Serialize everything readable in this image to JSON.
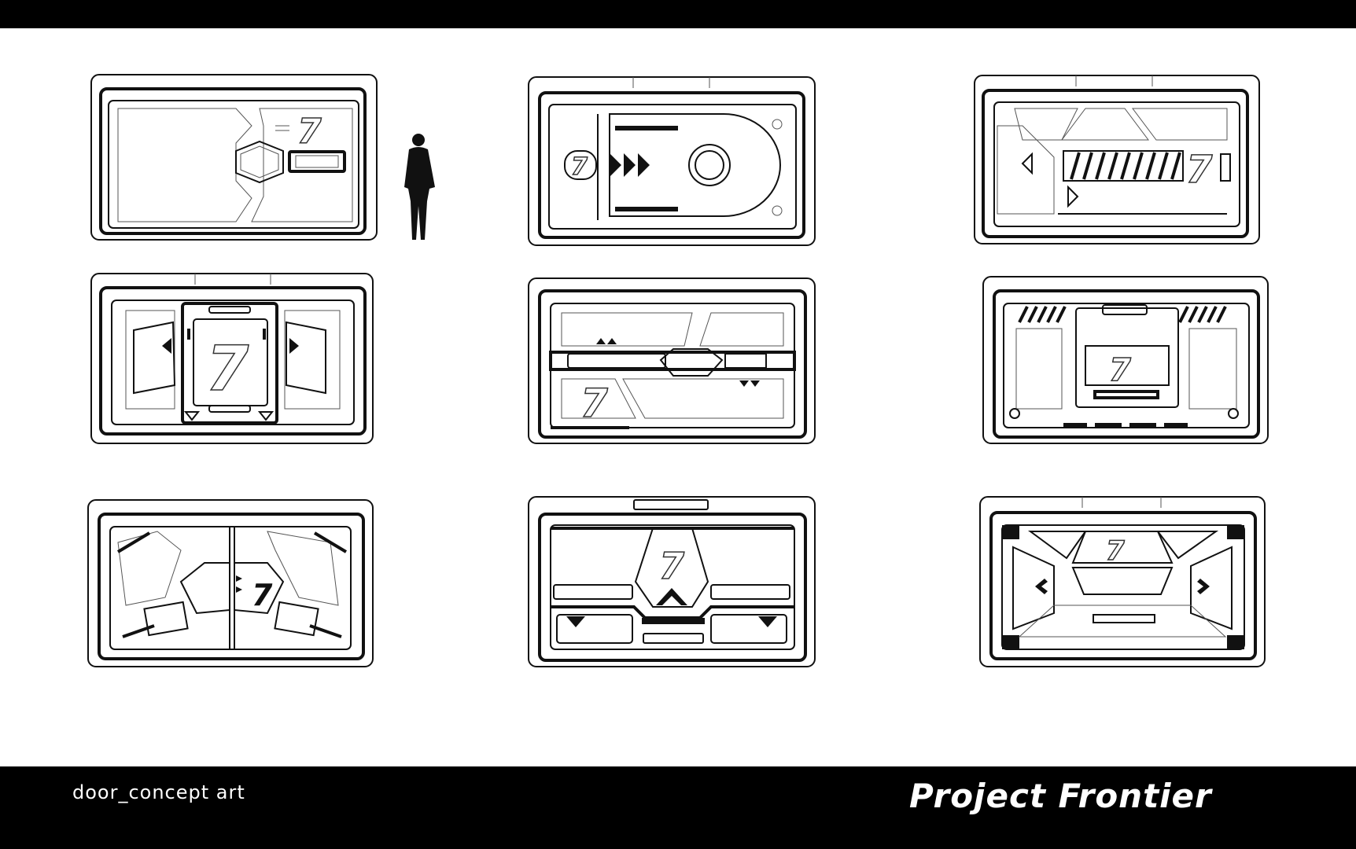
{
  "caption": "door_concept art",
  "brand": "Project Frontier",
  "panel_numeral": "7",
  "colors": {
    "ink": "#111111",
    "paper": "#ffffff",
    "frame": "#000000"
  },
  "door_count": 9
}
